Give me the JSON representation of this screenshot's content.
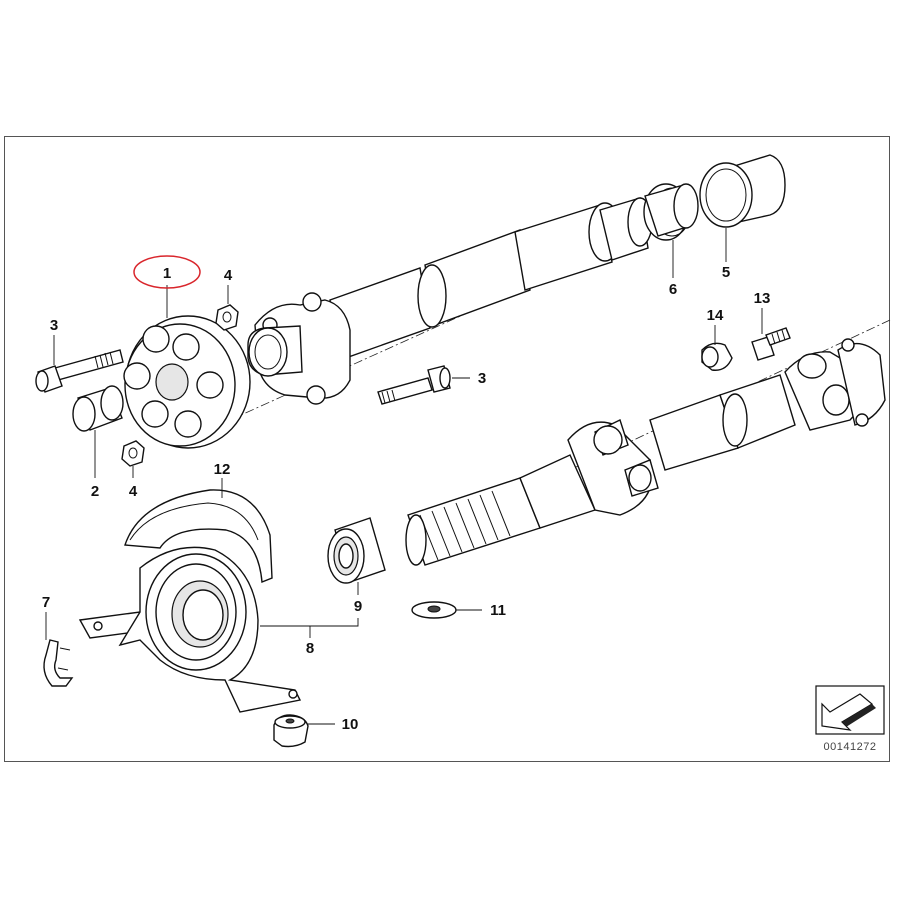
{
  "labels": {
    "p1": "1",
    "p2": "2",
    "p3a": "3",
    "p3b": "3",
    "p4a": "4",
    "p4b": "4",
    "p5": "5",
    "p6": "6",
    "p7": "7",
    "p8": "8",
    "p9": "9",
    "p10": "10",
    "p11": "11",
    "p12": "12",
    "p13": "13",
    "p14": "14"
  },
  "reference_code": "00141272",
  "colors": {
    "highlight": "#d9262c",
    "line": "#111111",
    "background": "#ffffff"
  },
  "icons": {
    "orientation": "arrow-down-left-icon"
  }
}
